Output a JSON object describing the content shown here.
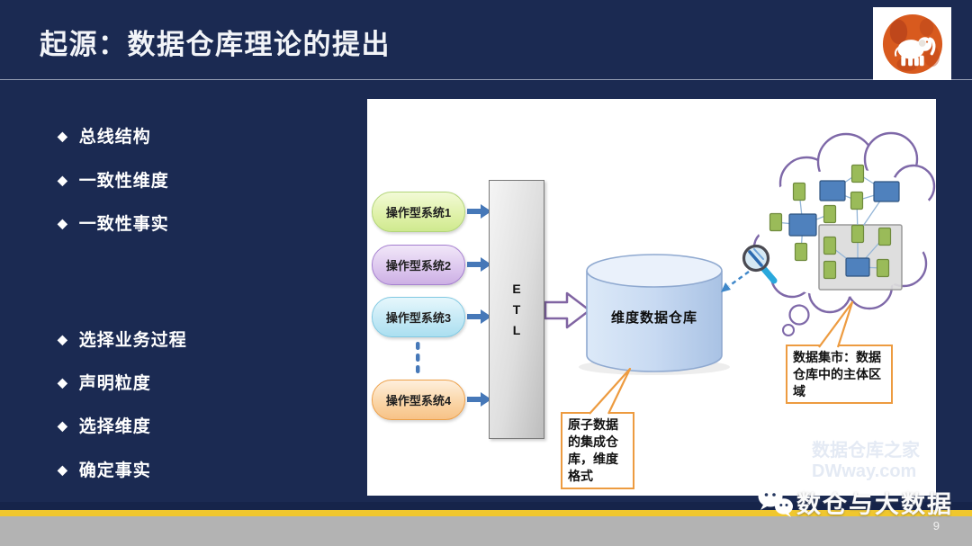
{
  "slide": {
    "title": "起源：数据仓库理论的提出",
    "page_number": "9"
  },
  "bullets": {
    "marker": "◆",
    "items": [
      {
        "label": "总线结构"
      },
      {
        "label": "一致性维度"
      },
      {
        "label": "一致性事实"
      },
      {
        "label": "选择业务过程"
      },
      {
        "label": "声明粒度"
      },
      {
        "label": "选择维度"
      },
      {
        "label": "确定事实"
      }
    ]
  },
  "diagram": {
    "sources": [
      {
        "label": "操作型系统1",
        "color": "#dff1a8"
      },
      {
        "label": "操作型系统2",
        "color": "#dcc6ee"
      },
      {
        "label": "操作型系统3",
        "color": "#c2e8f5"
      },
      {
        "label": "操作型系统4",
        "color": "#fad4a4"
      }
    ],
    "etl_label": "E\nT\nL",
    "warehouse_label": "维度数据仓库",
    "callouts": {
      "atomic": "原子数据的集成仓库，维度格式",
      "mart": "数据集市：数据仓库中的主体区域"
    },
    "watermark": "数据仓库之家\nDWway.com"
  },
  "footer": {
    "brand": "数仓与大数据"
  },
  "colors": {
    "background_navy": "#1b2a52",
    "accent_gold": "#f0c72e",
    "footer_gray": "#b3b3b3",
    "callout_border_orange": "#ed9b40",
    "node_green": "#9abb59",
    "node_blue": "#4f81bd",
    "cloud_outline_purple": "#7e68a8",
    "flow_arrow_blue": "#4678b8",
    "block_arrow_purple": "#8064a2"
  }
}
